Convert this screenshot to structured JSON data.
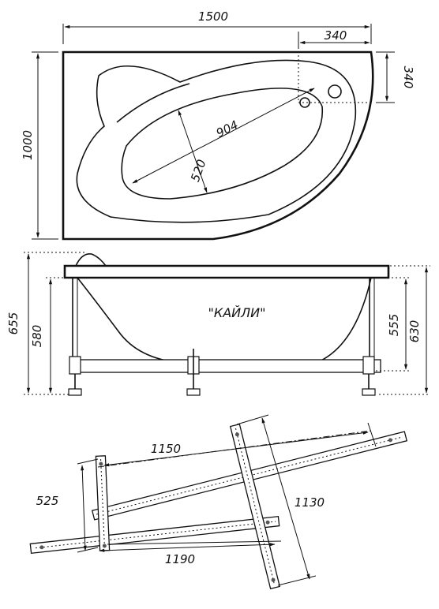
{
  "top_view": {
    "width_label": "1500",
    "depth_label": "1000",
    "offset_x_label": "340",
    "offset_y_label": "340",
    "bowl_length_label": "904",
    "bowl_width_label": "520"
  },
  "side_view": {
    "model_name": "\"КАЙЛИ\"",
    "total_height_label": "655",
    "rim_height_label": "580",
    "inner_height_label": "555",
    "frame_height_label": "630"
  },
  "frame_view": {
    "length_top_label": "1150",
    "length_bottom_label": "1190",
    "width_label": "525",
    "diagonal_label": "1130"
  }
}
